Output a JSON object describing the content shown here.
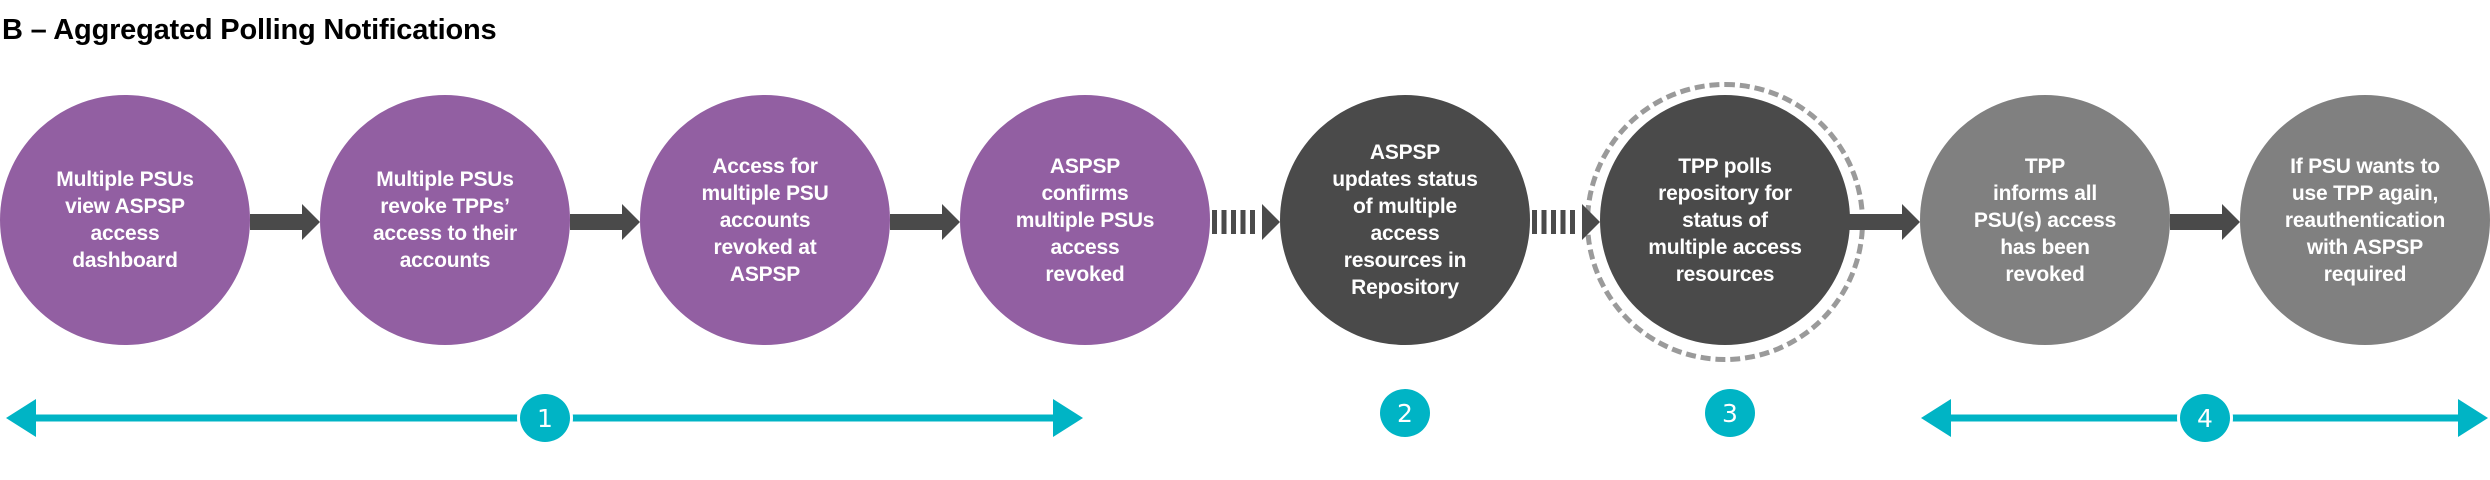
{
  "title": "B – Aggregated Polling Notifications",
  "colors": {
    "purple": "#925fa2",
    "dark": "#4a4a4a",
    "grey": "#808080",
    "ring": "#9a9a9a",
    "teal": "#00b4c5",
    "arrow": "#4a4a4a"
  },
  "steps": [
    {
      "text": "Multiple PSUs\nview ASPSP\naccess\ndashboard",
      "style": "purple"
    },
    {
      "text": "Multiple PSUs\nrevoke TPPs’\naccess to their\naccounts",
      "style": "purple"
    },
    {
      "text": "Access for\nmultiple PSU\naccounts\nrevoked at\nASPSP",
      "style": "purple"
    },
    {
      "text": "ASPSP\nconfirms\nmultiple PSUs\naccess\nrevoked",
      "style": "purple"
    },
    {
      "text": "ASPSP\nupdates status\nof multiple\naccess\nresources in\nRepository",
      "style": "dark"
    },
    {
      "text": "TPP polls\nrepository for\nstatus of\nmultiple access\nresources",
      "style": "dark",
      "highlighted": true
    },
    {
      "text": "TPP\ninforms all\nPSU(s) access\nhas been\nrevoked",
      "style": "grey"
    },
    {
      "text": "If PSU wants to\nuse TPP again,\nreauthentication\nwith ASPSP\nrequired",
      "style": "grey"
    }
  ],
  "connectors": [
    {
      "from": 1,
      "to": 2,
      "type": "solid"
    },
    {
      "from": 2,
      "to": 3,
      "type": "solid"
    },
    {
      "from": 3,
      "to": 4,
      "type": "solid"
    },
    {
      "from": 4,
      "to": 5,
      "type": "dashed"
    },
    {
      "from": 5,
      "to": 6,
      "type": "dashed"
    },
    {
      "from": 6,
      "to": 7,
      "type": "solid"
    },
    {
      "from": 7,
      "to": 8,
      "type": "solid"
    }
  ],
  "phases": [
    {
      "label": "1",
      "spans_steps": [
        1,
        4
      ],
      "bracket": true
    },
    {
      "label": "2",
      "spans_steps": [
        5,
        5
      ],
      "bracket": false
    },
    {
      "label": "3",
      "spans_steps": [
        6,
        6
      ],
      "bracket": false
    },
    {
      "label": "4",
      "spans_steps": [
        7,
        8
      ],
      "bracket": true
    }
  ]
}
